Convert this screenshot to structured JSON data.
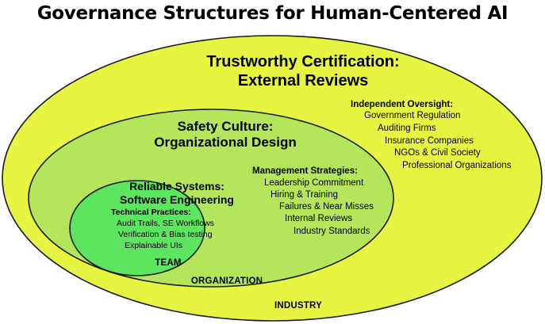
{
  "title": "Governance Structures for Human-Centered AI",
  "industry": {
    "heading_line1": "Trustworthy Certification:",
    "heading_line2": "External Reviews",
    "list_title": "Independent Oversight:",
    "items": [
      "Government Regulation",
      "Auditing Firms",
      "Insurance Companies",
      "NGOs & Civil Society",
      "Professional Organizations"
    ],
    "scope_label": "INDUSTRY",
    "fill_color": "#e6f542"
  },
  "organization": {
    "heading_line1": "Safety Culture:",
    "heading_line2": "Organizational Design",
    "list_title": "Management Strategies:",
    "items": [
      "Leadership Commitment",
      "Hiring & Training",
      "Failures & Near Misses",
      "Internal Reviews",
      "Industry Standards"
    ],
    "scope_label": "ORGANIZATION",
    "fill_color": "#b3e65a"
  },
  "team": {
    "heading_line1": "Reliable Systems:",
    "heading_line2": "Software Engineering",
    "list_title": "Technical Practices:",
    "items": [
      "Audit Trails, SE Workflows",
      "Verification & Bias testing",
      "Explainable UIs"
    ],
    "scope_label": "TEAM",
    "fill_color": "#5ce65f"
  }
}
